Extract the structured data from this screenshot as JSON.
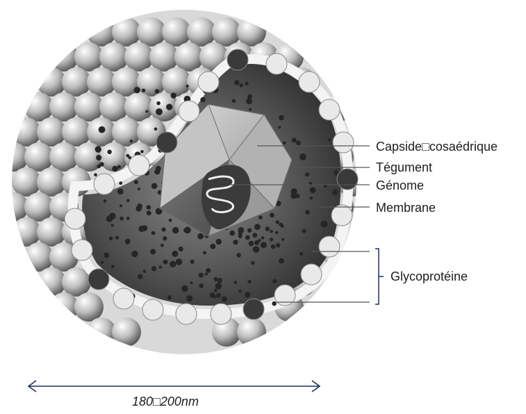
{
  "labels": {
    "capside": "Capside□cosaédrique",
    "tegument": "Tégument",
    "genome": "Génome",
    "membrane": "Membrane",
    "glycoproteine": "Glycoprotéine"
  },
  "scale": {
    "text": "180□200nm"
  },
  "colors": {
    "arrow": "#1f2f5c",
    "leader": "#555555",
    "bracket": "#1f2f5c",
    "sphere_light": "#f2f2f2",
    "sphere_dark": "#6e6e6e",
    "membrane": "#f7f7f7",
    "tegument": "#5a5a5a",
    "capsid": "#a9a9a9"
  }
}
